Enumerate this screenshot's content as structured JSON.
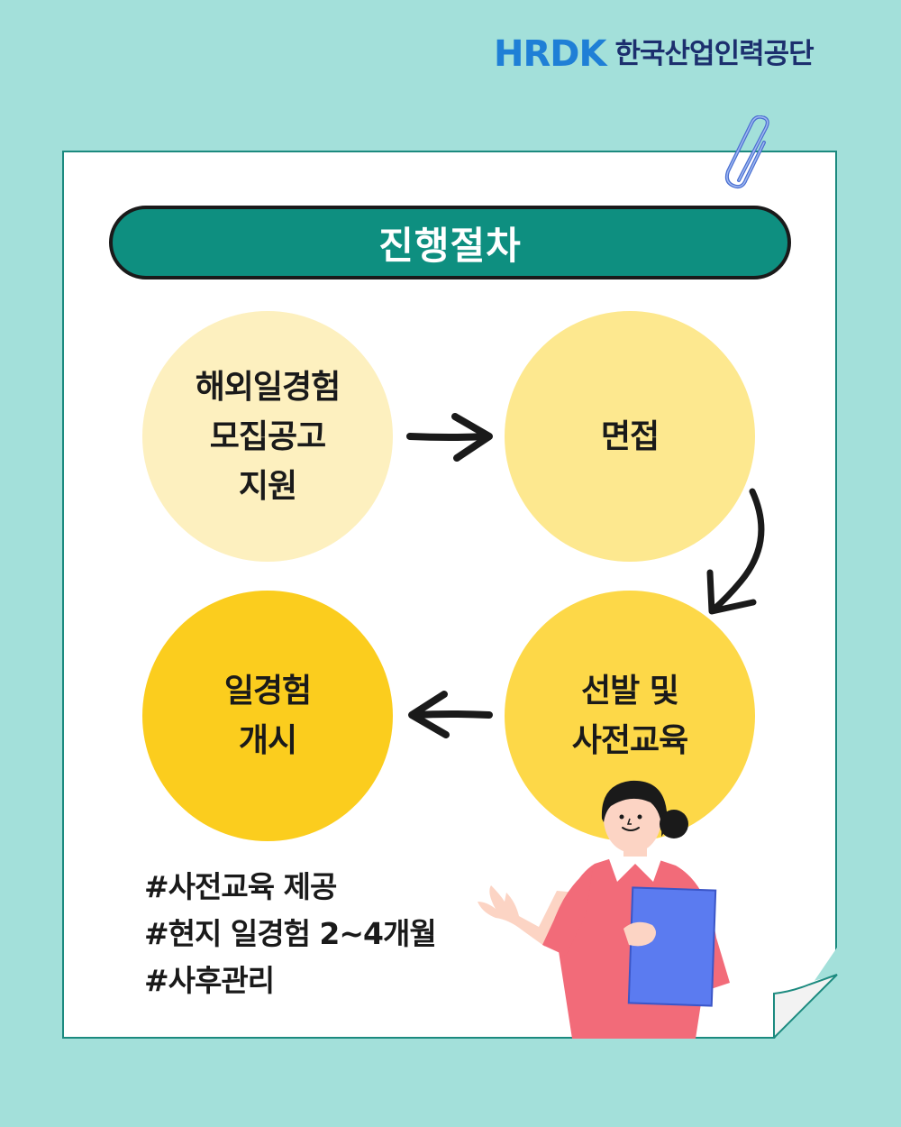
{
  "brand": {
    "logo_mark": "HRDK",
    "org_name": "한국산업인력공단"
  },
  "title": "진행절차",
  "steps": [
    {
      "label": "해외일경험\n모집공고\n지원",
      "color": "#fdf0bf"
    },
    {
      "label": "면접",
      "color": "#fde88f"
    },
    {
      "label": "선발 및\n사전교육",
      "color": "#fdd848"
    },
    {
      "label": "일경험\n개시",
      "color": "#fbcd1e"
    }
  ],
  "tags": [
    "#사전교육 제공",
    "#현지 일경험 2~4개월",
    "#사후관리"
  ],
  "colors": {
    "background": "#a3e0da",
    "title_pill": "#0e8f80",
    "brand_blue": "#1f7fd6",
    "brand_navy": "#1c2f6e"
  },
  "icons": [
    "paperclip-icon",
    "arrow-right-icon",
    "curved-arrow-down-icon",
    "arrow-left-icon",
    "page-curl-icon"
  ]
}
